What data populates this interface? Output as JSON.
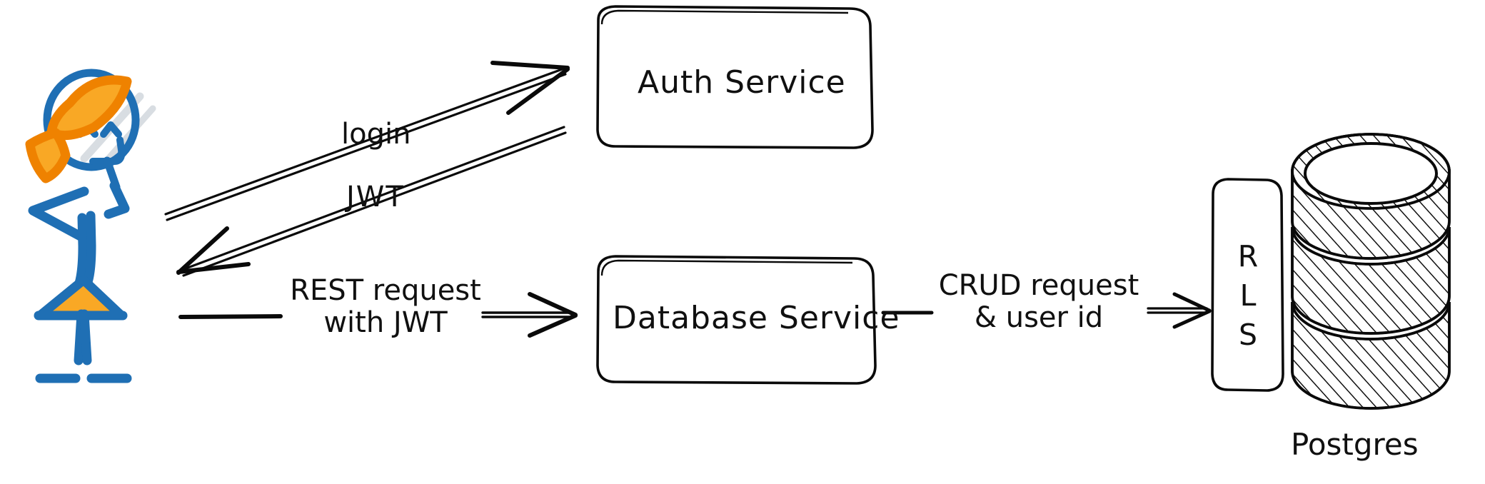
{
  "diagram": {
    "title": "Auth and RLS request flow",
    "style": "hand-drawn whiteboard sketch",
    "background_color": "#ffffff",
    "ink_color": "#0a0a0a",
    "accent_blue": "#1f6fb4",
    "accent_orange": "#f5a300",
    "accent_orange_dark": "#ef8200",
    "hat_shadow": "#d8dde2"
  },
  "actor": {
    "name": "user-stick-figure",
    "description": "stick figure person with orange hat and orange skirt",
    "body_color": "#1f6fb4",
    "hat_color": "#f5a300",
    "hat_outline_color": "#ef8200",
    "skirt_color": "#f9a825"
  },
  "nodes": [
    {
      "id": "auth-service",
      "label": "Auth Service",
      "shape": "rounded-rect"
    },
    {
      "id": "database-service",
      "label": "Database Service",
      "shape": "rounded-rect"
    },
    {
      "id": "rls-gate",
      "label": "R L S",
      "letters": [
        "R",
        "L",
        "S"
      ],
      "shape": "rounded-rect-vertical"
    },
    {
      "id": "postgres-db",
      "label": "Postgres",
      "shape": "hatched-cylinder"
    }
  ],
  "edges": [
    {
      "id": "edge-login",
      "label": "login",
      "from": "user-stick-figure",
      "to": "auth-service",
      "direction": "right-up"
    },
    {
      "id": "edge-jwt",
      "label": "JWT",
      "from": "auth-service",
      "to": "user-stick-figure",
      "direction": "left-down"
    },
    {
      "id": "edge-rest",
      "label_line1": "REST request",
      "label_line2": "with JWT",
      "from": "user-stick-figure",
      "to": "database-service",
      "direction": "right"
    },
    {
      "id": "edge-crud",
      "label_line1": "CRUD request",
      "label_line2": "& user id",
      "from": "database-service",
      "to": "rls-gate",
      "direction": "right"
    }
  ]
}
